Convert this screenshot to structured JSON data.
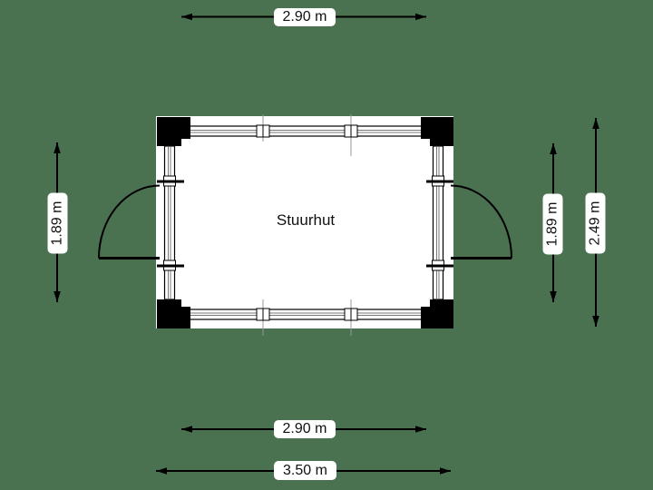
{
  "room": {
    "label": "Stuurhut"
  },
  "dimensions": {
    "top": "2.90 m",
    "bottom_inner": "2.90 m",
    "bottom_outer": "3.50 m",
    "left": "1.89 m",
    "right_inner": "1.89 m",
    "right_outer": "2.49 m"
  },
  "colors": {
    "background": "#4a7150",
    "line": "#000000",
    "fill": "#ffffff",
    "glazing": "#777777",
    "faint": "#999999",
    "label_bg": "#ffffff",
    "label_text": "#111111"
  }
}
